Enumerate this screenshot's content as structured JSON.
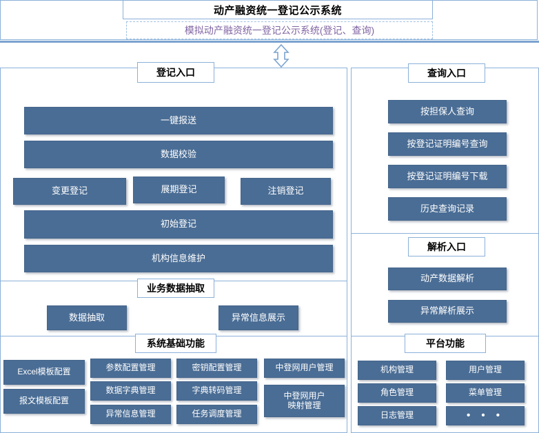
{
  "header": {
    "title": "动产融资统一登记公示系统",
    "subtitle": "模拟动产融资统一登记公示系统(登记、查询)",
    "arrow_icon": "double-arrow-vertical-icon",
    "accent_color": "#8AB0D9",
    "subtitle_color": "#8064A2",
    "box_color": "#4A6D95"
  },
  "sections": {
    "register": {
      "title": "登记入口",
      "items": [
        {
          "label": "一键报送"
        },
        {
          "label": "数据校验"
        },
        {
          "label": "变更登记"
        },
        {
          "label": "展期登记"
        },
        {
          "label": "注销登记"
        },
        {
          "label": "初始登记"
        },
        {
          "label": "机构信息维护"
        }
      ]
    },
    "extract": {
      "title": "业务数据抽取",
      "items": [
        {
          "label": "数据抽取"
        },
        {
          "label": "异常信息展示"
        }
      ]
    },
    "sysfunc": {
      "title": "系统基础功能",
      "items": [
        {
          "label": "Excel模板配置"
        },
        {
          "label": "报文模板配置"
        },
        {
          "label": "参数配置管理"
        },
        {
          "label": "数据字典管理"
        },
        {
          "label": "异常信息管理"
        },
        {
          "label": "密钥配置管理"
        },
        {
          "label": "字典转码管理"
        },
        {
          "label": "任务调度管理"
        },
        {
          "label": "中登网用户管理"
        },
        {
          "label": "中登网用户\n映射管理"
        }
      ]
    },
    "query": {
      "title": "查询入口",
      "items": [
        {
          "label": "按担保人查询"
        },
        {
          "label": "按登记证明编号查询"
        },
        {
          "label": "按登记证明编号下载"
        },
        {
          "label": "历史查询记录"
        }
      ]
    },
    "parse": {
      "title": "解析入口",
      "items": [
        {
          "label": "动产数据解析"
        },
        {
          "label": "异常解析展示"
        }
      ]
    },
    "platform": {
      "title": "平台功能",
      "items": [
        {
          "label": "机构管理"
        },
        {
          "label": "用户管理"
        },
        {
          "label": "角色管理"
        },
        {
          "label": "菜单管理"
        },
        {
          "label": "日志管理"
        },
        {
          "label": "• • •"
        }
      ]
    }
  }
}
